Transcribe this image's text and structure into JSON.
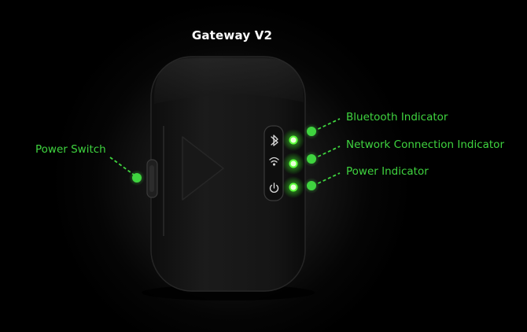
{
  "device": {
    "title": "Gateway V2"
  },
  "callouts": {
    "bluetooth": "Bluetooth Indicator",
    "network": "Network Connection Indicator",
    "power_indicator": "Power Indicator",
    "power_switch": "Power Switch"
  },
  "icons": {
    "bluetooth": "bluetooth-icon",
    "network": "wifi-icon",
    "power": "power-icon"
  },
  "colors": {
    "accent": "#3fd43f",
    "led": "#5bff3a",
    "body": "#141414",
    "background": "#000000"
  }
}
